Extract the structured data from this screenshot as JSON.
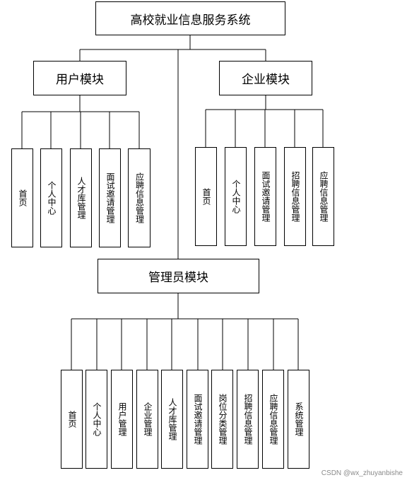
{
  "root": "高校就业信息服务系统",
  "user_module": {
    "title": "用户模块",
    "items": [
      "首页",
      "个人中心",
      "人才库管理",
      "面试邀请管理",
      "应聘信息管理"
    ]
  },
  "enterprise_module": {
    "title": "企业模块",
    "items": [
      "首页",
      "个人中心",
      "面试邀请管理",
      "招聘信息管理",
      "应聘信息管理"
    ]
  },
  "admin_module": {
    "title": "管理员模块",
    "items": [
      "首页",
      "个人中心",
      "用户管理",
      "企业管理",
      "人才库管理",
      "面试邀请管理",
      "岗位分类管理",
      "招聘信息管理",
      "应聘信息管理",
      "系统管理"
    ]
  },
  "watermark": "CSDN @wx_zhuyanbishe"
}
